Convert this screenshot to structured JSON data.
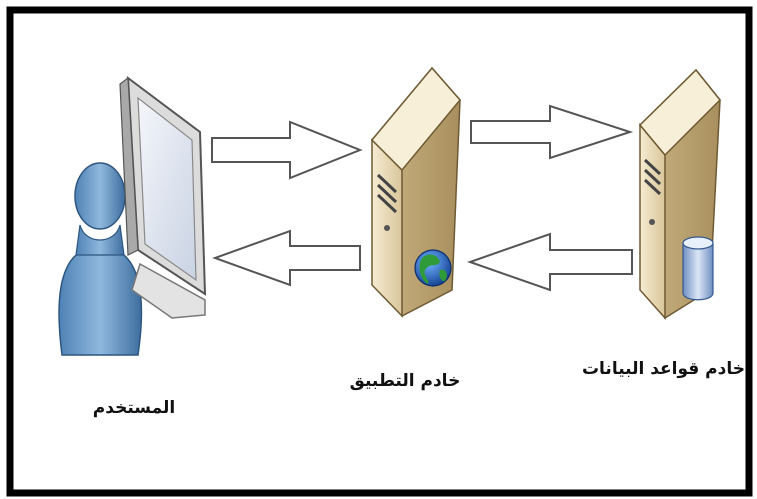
{
  "labels": {
    "user": "المستخدم",
    "app_server": "خادم التطبيق",
    "db_server": "خادم قواعد البيانات"
  },
  "colors": {
    "frame": "#000000",
    "arrow_fill": "#ffffff",
    "arrow_stroke": "#555555",
    "server_case": "#efe3c4",
    "person": "#6f9fc9"
  },
  "icons": [
    "user-icon",
    "monitor-icon",
    "server-icon",
    "globe-icon",
    "database-icon",
    "arrow-icon"
  ]
}
